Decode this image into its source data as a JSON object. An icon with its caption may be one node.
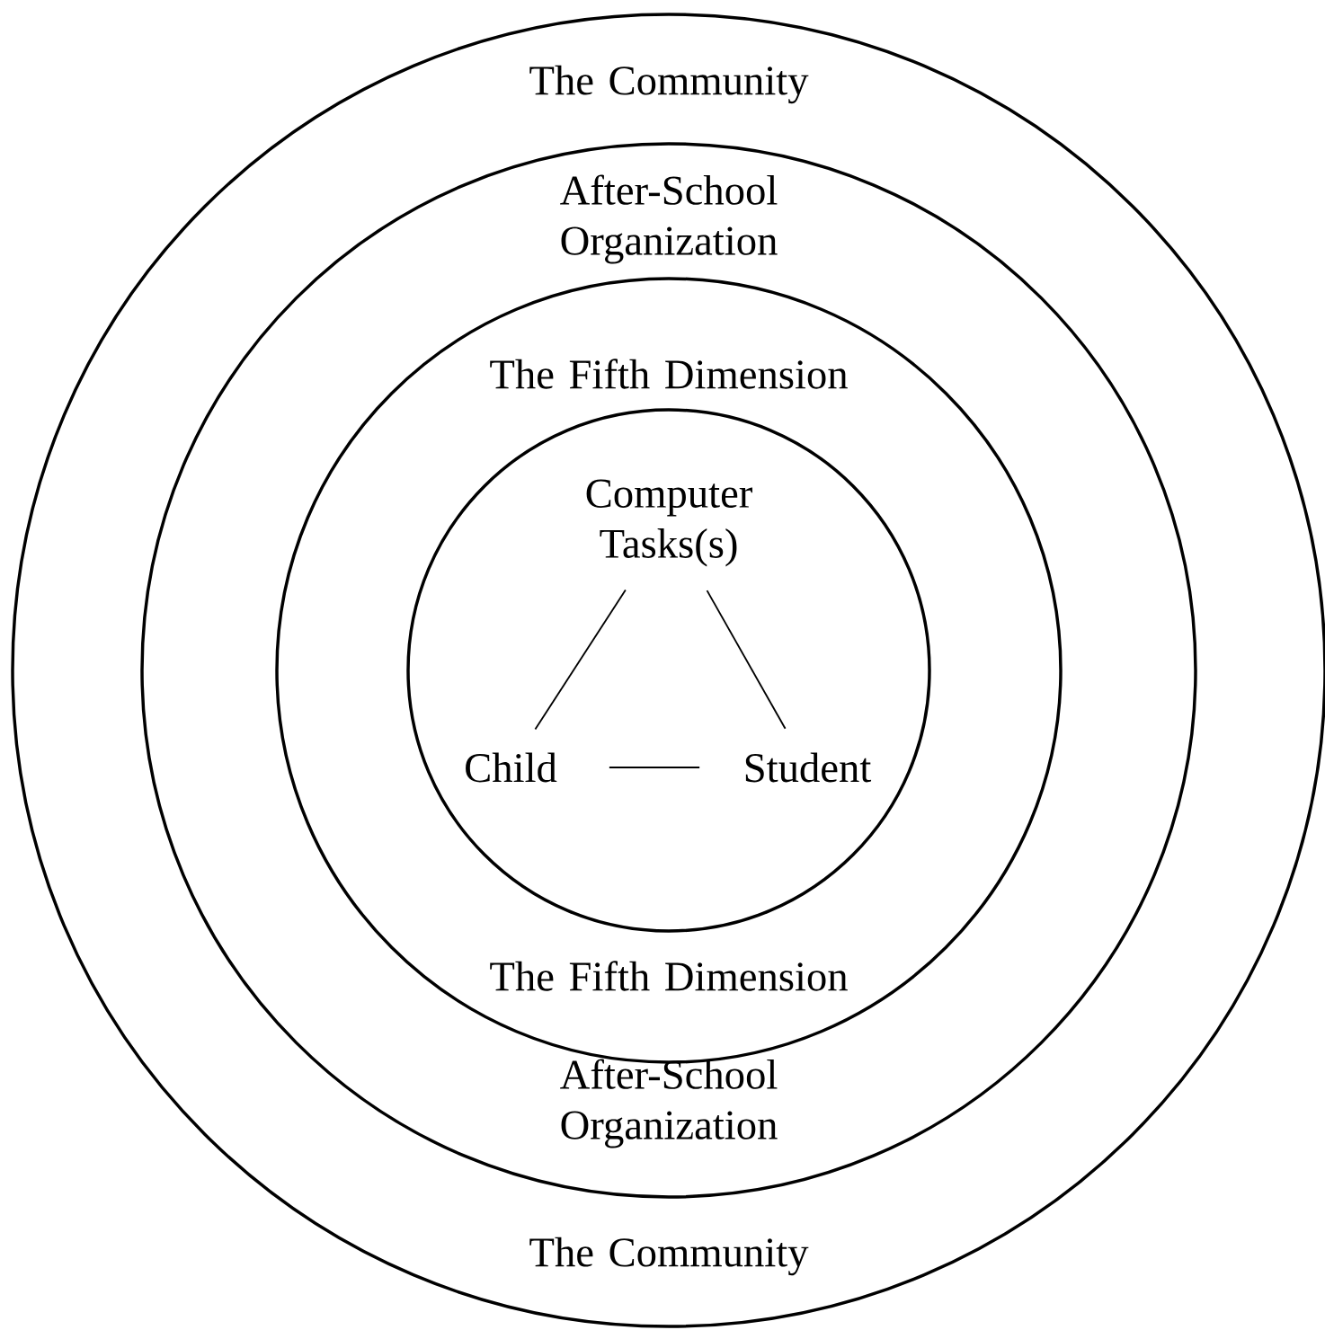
{
  "diagram": {
    "nodes": [
      {
        "text": [
          "The Community",
          "The Community"
        ]
      },
      {
        "text": [
          "After-School Organization",
          "After-School Organization"
        ],
        "in": 0
      },
      {
        "text": [
          "The Fifth Dimension",
          "The Fifth Dimension"
        ],
        "in": 1
      },
      {
        "text": [],
        "shape": "circle",
        "in": 2
      },
      {
        "text": [
          "Computer Tasks(s)"
        ],
        "in": 3
      },
      {
        "text": [
          "Child"
        ],
        "in": 3
      },
      {
        "text": [
          "Student"
        ],
        "in": 3
      }
    ],
    "edges": [
      {
        "from": 4,
        "to": 5,
        "arrow": "none"
      },
      {
        "from": 4,
        "to": 6,
        "arrow": "none"
      },
      {
        "from": 5,
        "to": 6,
        "arrow": "none"
      }
    ]
  }
}
